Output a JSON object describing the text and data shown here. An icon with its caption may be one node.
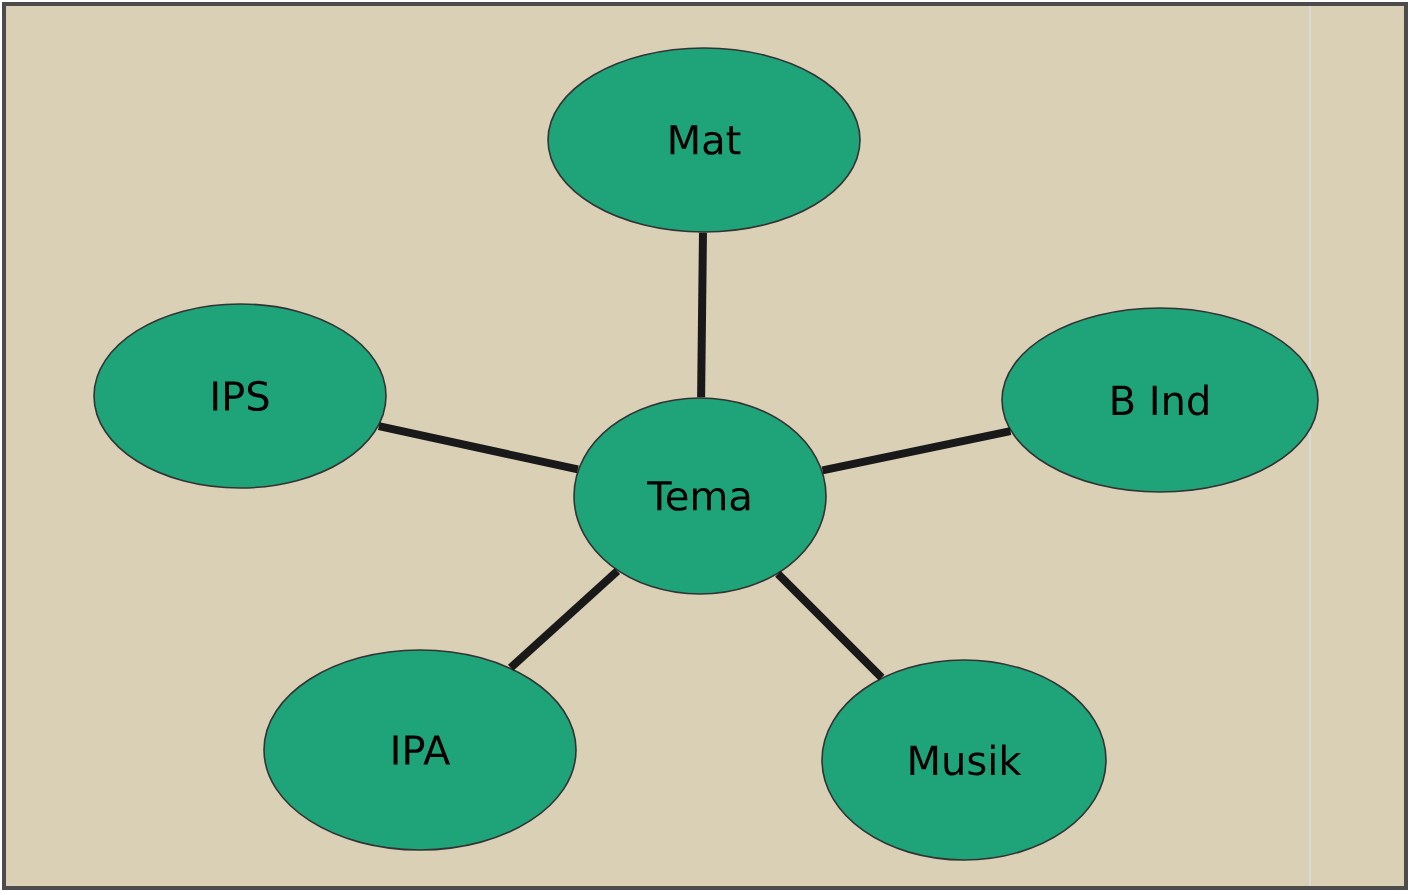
{
  "diagram": {
    "nodes": [
      {
        "text": [
          "Mat"
        ]
      },
      {
        "text": [
          "IPS"
        ]
      },
      {
        "text": [
          "Tema"
        ]
      },
      {
        "text": [
          "B Ind"
        ]
      },
      {
        "text": [
          "IPA"
        ]
      },
      {
        "text": [
          "Musik"
        ]
      }
    ],
    "edges": [
      {
        "from": 2,
        "to": 0,
        "arrow": "none"
      },
      {
        "from": 2,
        "to": 1,
        "arrow": "none"
      },
      {
        "from": 2,
        "to": 3,
        "arrow": "none"
      },
      {
        "from": 2,
        "to": 4,
        "arrow": "none"
      },
      {
        "from": 2,
        "to": 5,
        "arrow": "none"
      }
    ]
  }
}
